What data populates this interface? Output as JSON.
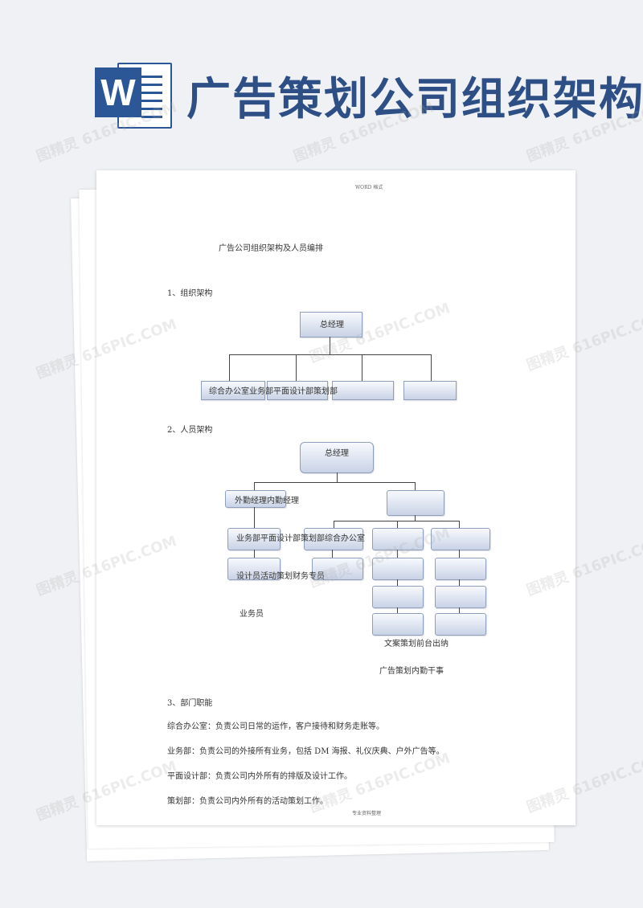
{
  "banner": {
    "app_icon": "word-icon",
    "icon_letter": "W",
    "title": "广告策划公司组织架构"
  },
  "document": {
    "header": "WORD 格式",
    "title": "广告公司组织架构及人员编排",
    "section1": {
      "heading": "1、组织架构",
      "root": "总经理",
      "bottom_row_text": "综合办公室业务部平面设计部策划部"
    },
    "section2": {
      "heading": "2、人员架构",
      "root": "总经理",
      "left_branch": "外勤经理内勤经理",
      "row_a": "业务部平面设计部策划部综合办公室",
      "row_b": "设计员活动策划财务专员",
      "below_left": "业务员",
      "below_right_1": "文案策划前台出纳",
      "below_right_2": "广告策划内勤干事"
    },
    "section3": {
      "heading": "3、部门职能",
      "items": [
        "综合办公室：负责公司日常的运作，客户接待和财务走账等。",
        "业务部：负责公司的外接所有业务，包括 DM 海报、礼仪庆典、户外广告等。",
        "平面设计部：负责公司内外所有的排版及设计工作。",
        "策划部：负责公司内外所有的活动策划工作。"
      ]
    },
    "footer": "专业资料整理"
  },
  "watermark": "图精灵 616PIC.COM",
  "colors": {
    "title_blue": "#2e4f86",
    "icon_blue": "#2b5797"
  }
}
